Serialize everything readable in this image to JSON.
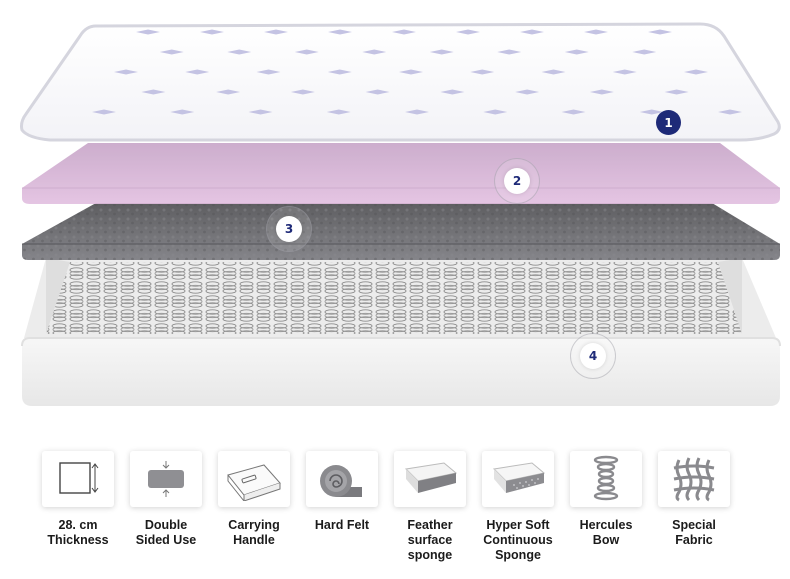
{
  "layers": [
    {
      "number": "1",
      "name": "top-quilted-cover"
    },
    {
      "number": "2",
      "name": "pink-foam-layer"
    },
    {
      "number": "3",
      "name": "gray-felt-layer"
    },
    {
      "number": "4",
      "name": "spring-base"
    }
  ],
  "features": [
    {
      "icon": "thickness-icon",
      "label": "28. cm\nThickness"
    },
    {
      "icon": "double-sided-icon",
      "label": "Double\nSided Use"
    },
    {
      "icon": "carrying-handle-icon",
      "label": "Carrying\nHandle"
    },
    {
      "icon": "hard-felt-icon",
      "label": "Hard Felt"
    },
    {
      "icon": "feather-sponge-icon",
      "label": "Feather\nsurface\nsponge"
    },
    {
      "icon": "hyper-soft-sponge-icon",
      "label": "Hyper Soft\nContinuous\nSponge"
    },
    {
      "icon": "hercules-bow-icon",
      "label": "Hercules\nBow"
    },
    {
      "icon": "special-fabric-icon",
      "label": "Special\nFabric"
    }
  ],
  "colors": {
    "marker_dark": "#1e2a78",
    "marker_text": "#1e2a78",
    "pink_layer": "#d9b4d8",
    "felt_layer": "#6f6f72",
    "cover_stitch": "#b9b8e0"
  }
}
